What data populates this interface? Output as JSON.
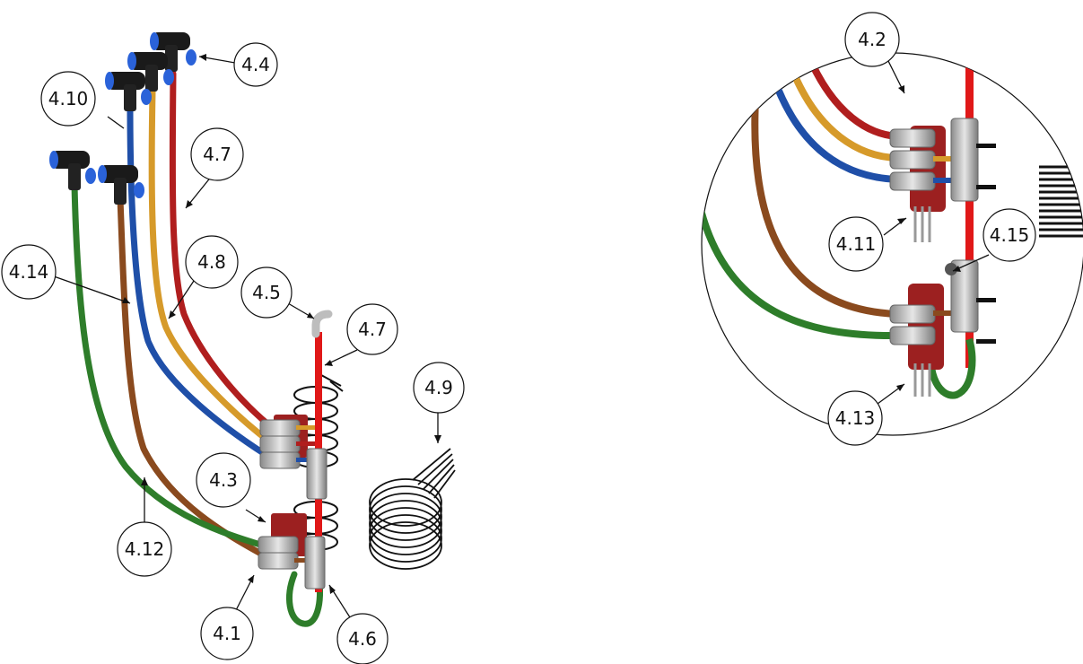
{
  "callouts": {
    "c4_4": "4.4",
    "c4_10": "4.10",
    "c4_7a": "4.7",
    "c4_8": "4.8",
    "c4_14": "4.14",
    "c4_5": "4.5",
    "c4_7b": "4.7",
    "c4_9": "4.9",
    "c4_3": "4.3",
    "c4_12": "4.12",
    "c4_1": "4.1",
    "c4_6": "4.6",
    "c4_2": "4.2",
    "c4_11": "4.11",
    "c4_15": "4.15",
    "c4_13": "4.13"
  },
  "colors": {
    "red": "#b01e1e",
    "red_rod": "#e01818",
    "gold": "#d69a2a",
    "blue": "#1f4fa8",
    "brown": "#8a4a1e",
    "green": "#2e7d2a",
    "manifold": "#9c2020",
    "fitting": "#c8c8c8",
    "connector": "#1a1a1a",
    "connector_ring": "#2a62d9"
  },
  "icons": [
    "push-fit-tee-connector",
    "manifold-block",
    "coiled-cable"
  ]
}
